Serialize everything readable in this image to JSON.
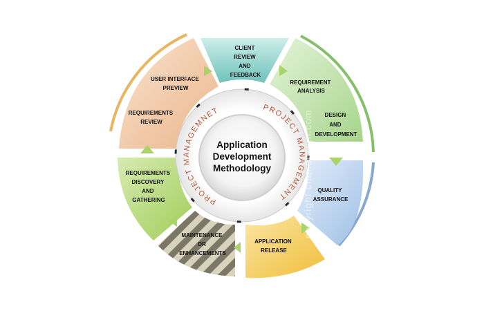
{
  "center": {
    "title_lines": [
      "Application",
      "Development",
      "Methodology"
    ]
  },
  "ring_label": "PROJECT MANAGEMNET",
  "ring_label_right": "PROJECT MANAGEMENT",
  "watermark": "copyright chandesign.com",
  "segments": [
    {
      "id": "client-review",
      "lines": [
        "CLIENT",
        "REVIEW",
        "AND",
        "FEEDBACK"
      ],
      "color": "#8fd4cf"
    },
    {
      "id": "requirement-analysis",
      "lines": [
        "REQUIREMENT",
        "ANALYSIS"
      ],
      "color": "#bfe0a8"
    },
    {
      "id": "design-development",
      "lines": [
        "DESIGN",
        "AND",
        "DEVELOPMENT"
      ],
      "color": "#bfe0a8"
    },
    {
      "id": "quality-assurance",
      "lines": [
        "QUALITY",
        "ASSURANCE"
      ],
      "color": "#b9d4ef"
    },
    {
      "id": "application-release",
      "lines": [
        "APPLICATION",
        "RELEASE"
      ],
      "color": "#f6d36a"
    },
    {
      "id": "maintenance",
      "lines": [
        "MAINTENANCE",
        "OR",
        "ENHANCEMENTS"
      ],
      "color": "#c9c1a8"
    },
    {
      "id": "requirements-discovery",
      "lines": [
        "REQUIREMENTS",
        "DISCOVERY",
        "AND",
        "GATHERING"
      ],
      "color": "#b9d77f"
    },
    {
      "id": "requirements-review",
      "lines": [
        "REQUIREMENTS",
        "REVIEW"
      ],
      "color": "#f2c9a6"
    },
    {
      "id": "ui-preview",
      "lines": [
        "USER INTERFACE",
        "PREVIEW"
      ],
      "color": "#f2c9a6"
    }
  ],
  "colors": {
    "arc_orange": "#e8b560",
    "arc_green": "#86bf6c",
    "arc_blue": "#88a9cf",
    "arrow": "#a9d46a",
    "pm_text": "#b5563a"
  }
}
